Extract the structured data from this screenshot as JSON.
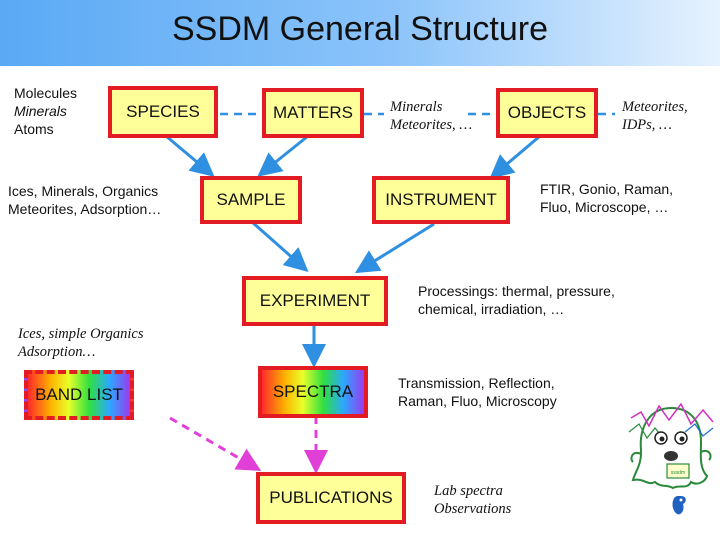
{
  "title": "SSDM General Structure",
  "boxes": {
    "species": "SPECIES",
    "matters": "MATTERS",
    "objects": "OBJECTS",
    "sample": "SAMPLE",
    "instrument": "INSTRUMENT",
    "experiment": "EXPERIMENT",
    "band_list": "BAND LIST",
    "spectra": "SPECTRA",
    "publications": "PUBLICATIONS"
  },
  "notes": {
    "species_examples": [
      "Molecules",
      "Minerals",
      "Atoms"
    ],
    "matters_examples": [
      "Minerals",
      "Meteorites, …"
    ],
    "objects_examples": [
      "Meteorites,",
      "IDPs, …"
    ],
    "sample_examples": [
      "Ices, Minerals, Organics",
      "Meteorites, Adsorption…"
    ],
    "instrument_examples": [
      "FTIR, Gonio, Raman,",
      "Fluo, Microscope, …"
    ],
    "experiment_examples": [
      "Processings: thermal, pressure,",
      "chemical, irradiation, …"
    ],
    "band_list_examples": [
      "Ices, simple Organics",
      "Adsorption…"
    ],
    "spectra_examples": [
      "Transmission, Reflection,",
      "Raman, Fluo, Microscopy"
    ],
    "publications_examples": [
      "Lab spectra",
      "Observations"
    ]
  },
  "colors": {
    "box_border": "#e31b23",
    "box_fill": "#ffff99",
    "arrow": "#2f8fe0",
    "dashed_arrow": "#e040d8",
    "title_gradient_start": "#5aa9f5"
  },
  "mascot_label": "sssdm"
}
